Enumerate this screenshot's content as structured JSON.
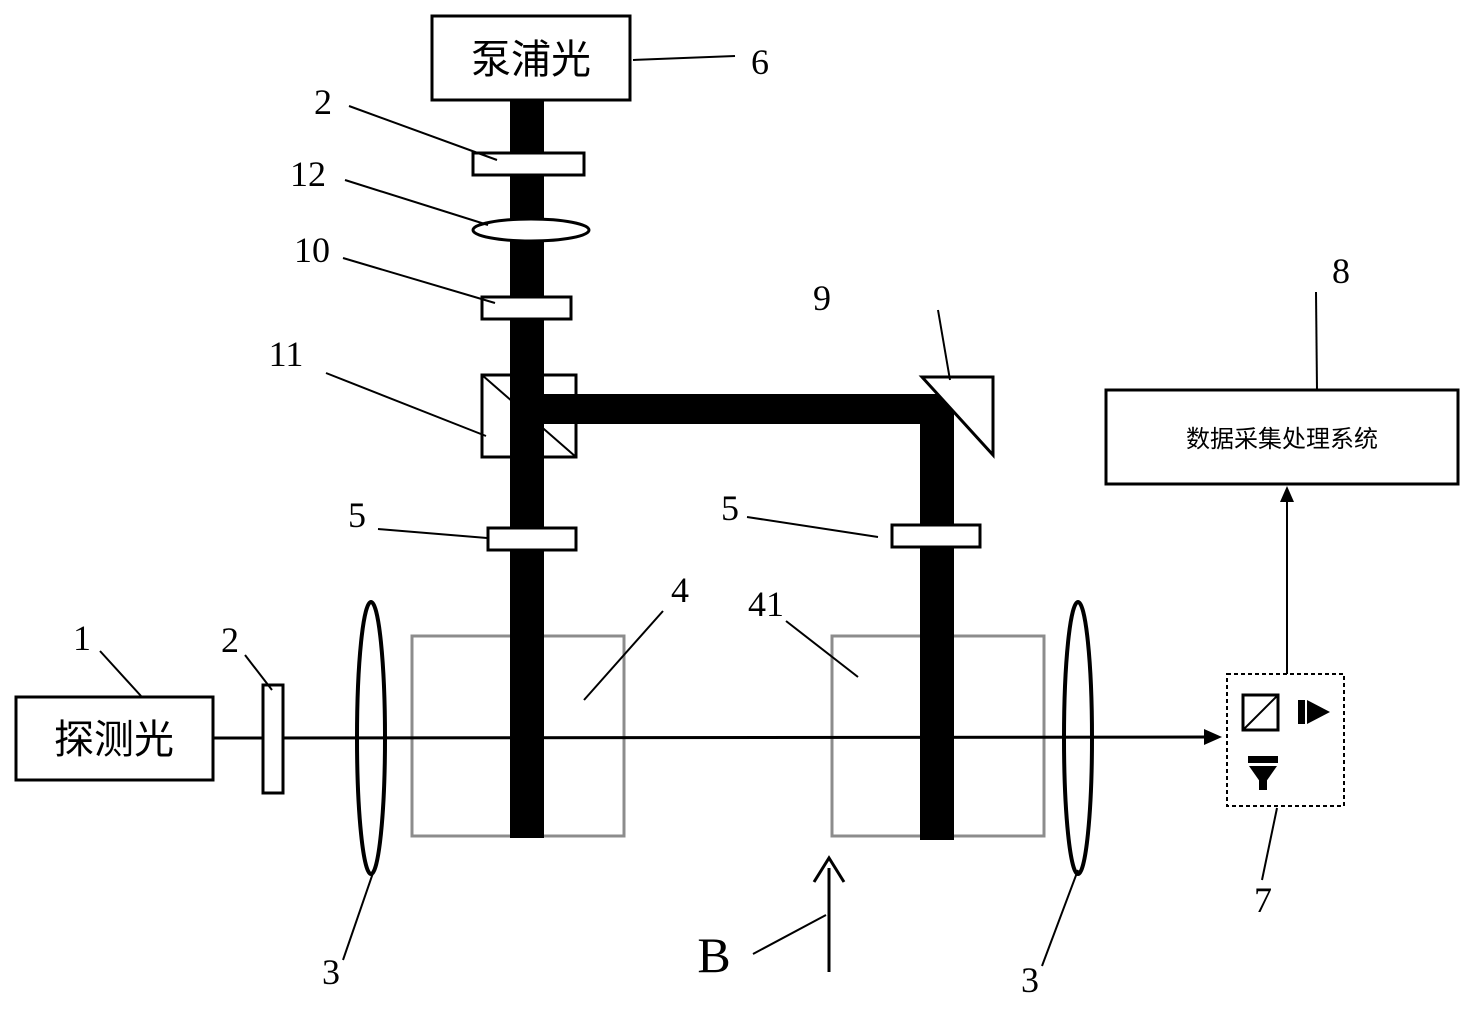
{
  "title": "optical magnetometer setup diagram",
  "boxes": {
    "pump_label": "泵浦光",
    "probe_label": "探测光",
    "daq_label": "数据采集处理系统"
  },
  "labels": {
    "n1": "1",
    "n2_top": "2",
    "n2_left": "2",
    "n3_left": "3",
    "n3_right": "3",
    "n4": "4",
    "n41": "41",
    "n5_left": "5",
    "n5_right": "5",
    "n6": "6",
    "n7": "7",
    "n8": "8",
    "n9": "9",
    "n10": "10",
    "n11": "11",
    "n12": "12",
    "field": "B"
  },
  "colors": {
    "line": "#000000",
    "cell_border": "#8c8c8c",
    "detector_border": "#000000"
  }
}
